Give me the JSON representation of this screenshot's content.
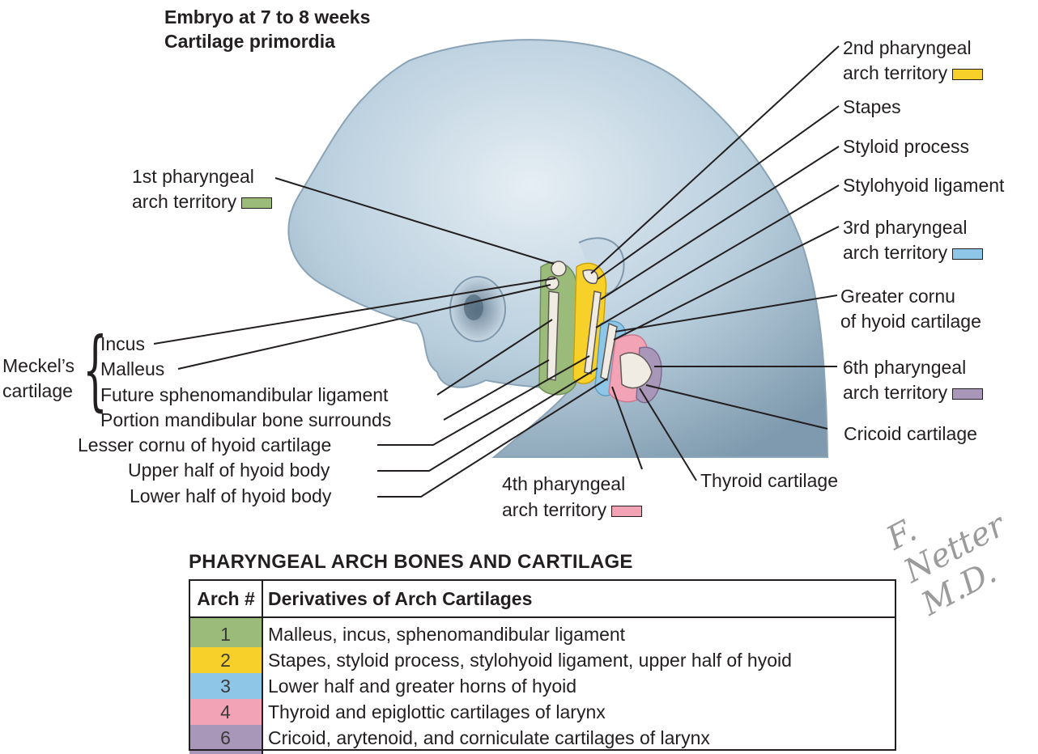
{
  "figure": {
    "title_line1": "Embryo at 7 to 8 weeks",
    "title_line2": "Cartilage primordia",
    "signature": "F. Netter M.D."
  },
  "colors": {
    "arch1": "#9bbb7b",
    "arch2": "#f7d12a",
    "arch3": "#8ec6e8",
    "arch4": "#f2a3b5",
    "arch6": "#a897b8",
    "skin": "#b5ccdc",
    "skin_dark": "#7f9aae",
    "cartilage": "#f0ebe3"
  },
  "labels": {
    "arch1_territory_l1": "1st pharyngeal",
    "arch1_territory_l2": "arch territory",
    "meckels_l1": "Meckel’s",
    "meckels_l2": "cartilage",
    "incus": "Incus",
    "malleus": "Malleus",
    "future_spheno": "Future sphenomandibular ligament",
    "portion_mandibular": "Portion mandibular bone surrounds",
    "lesser_cornu": "Lesser cornu of hyoid cartilage",
    "upper_half_hyoid": "Upper half of hyoid body",
    "lower_half_hyoid": "Lower half of hyoid body",
    "arch2_territory_l1": "2nd pharyngeal",
    "arch2_territory_l2": "arch territory",
    "stapes": "Stapes",
    "styloid": "Styloid process",
    "stylohyoid": "Stylohyoid ligament",
    "arch3_territory_l1": "3rd pharyngeal",
    "arch3_territory_l2": "arch territory",
    "greater_cornu_l1": "Greater cornu",
    "greater_cornu_l2": "of hyoid cartilage",
    "arch6_territory_l1": "6th pharyngeal",
    "arch6_territory_l2": "arch territory",
    "cricoid": "Cricoid cartilage",
    "thyroid": "Thyroid cartilage",
    "arch4_territory_l1": "4th pharyngeal",
    "arch4_territory_l2": "arch territory"
  },
  "table": {
    "title": "PHARYNGEAL ARCH BONES AND CARTILAGE",
    "header_arch": "Arch #",
    "header_derivatives": "Derivatives of Arch Cartilages",
    "rows": [
      {
        "arch": "1",
        "derivatives": "Malleus, incus, sphenomandibular ligament",
        "color": "#9bbb7b"
      },
      {
        "arch": "2",
        "derivatives": "Stapes, styloid process, stylohyoid ligament, upper half of hyoid",
        "color": "#f7d12a"
      },
      {
        "arch": "3",
        "derivatives": "Lower half and greater horns of hyoid",
        "color": "#8ec6e8"
      },
      {
        "arch": "4",
        "derivatives": "Thyroid and epiglottic cartilages of larynx",
        "color": "#f2a3b5"
      },
      {
        "arch": "6",
        "derivatives": "Cricoid, arytenoid, and corniculate cartilages of larynx",
        "color": "#a897b8"
      }
    ]
  }
}
